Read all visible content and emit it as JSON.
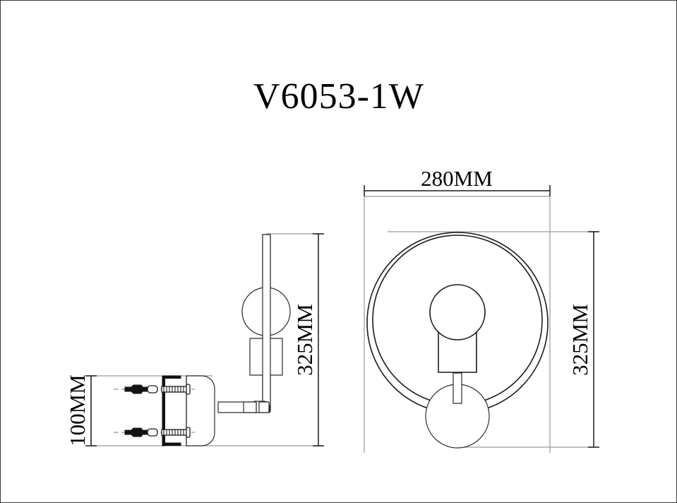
{
  "sheet": {
    "title": "V6053-1W",
    "background_color": "#ffffff",
    "border_color": "#3a3a3a",
    "line_color": "#1a1a1a",
    "extension_line_color": "#9a9a9a"
  },
  "views": {
    "side_view": {
      "name": "side-view",
      "description": "Side elevation of wall sconce"
    },
    "front_view": {
      "name": "front-view",
      "description": "Front elevation of wall sconce with ring"
    }
  },
  "dimensions": {
    "front_width": {
      "label": "280MM",
      "value": 280,
      "unit": "MM",
      "orientation": "horizontal",
      "view": "front-view"
    },
    "front_height": {
      "label": "325MM",
      "value": 325,
      "unit": "MM",
      "orientation": "vertical",
      "view": "front-view"
    },
    "side_height": {
      "label": "325MM",
      "value": 325,
      "unit": "MM",
      "orientation": "vertical",
      "view": "side-view"
    },
    "side_depth": {
      "label": "100MM",
      "value": 100,
      "unit": "MM",
      "orientation": "vertical",
      "view": "side-view"
    }
  },
  "hardware": {
    "wall_anchor_label": "wall-anchor",
    "screw_label": "mounting-screw",
    "count": 2
  }
}
